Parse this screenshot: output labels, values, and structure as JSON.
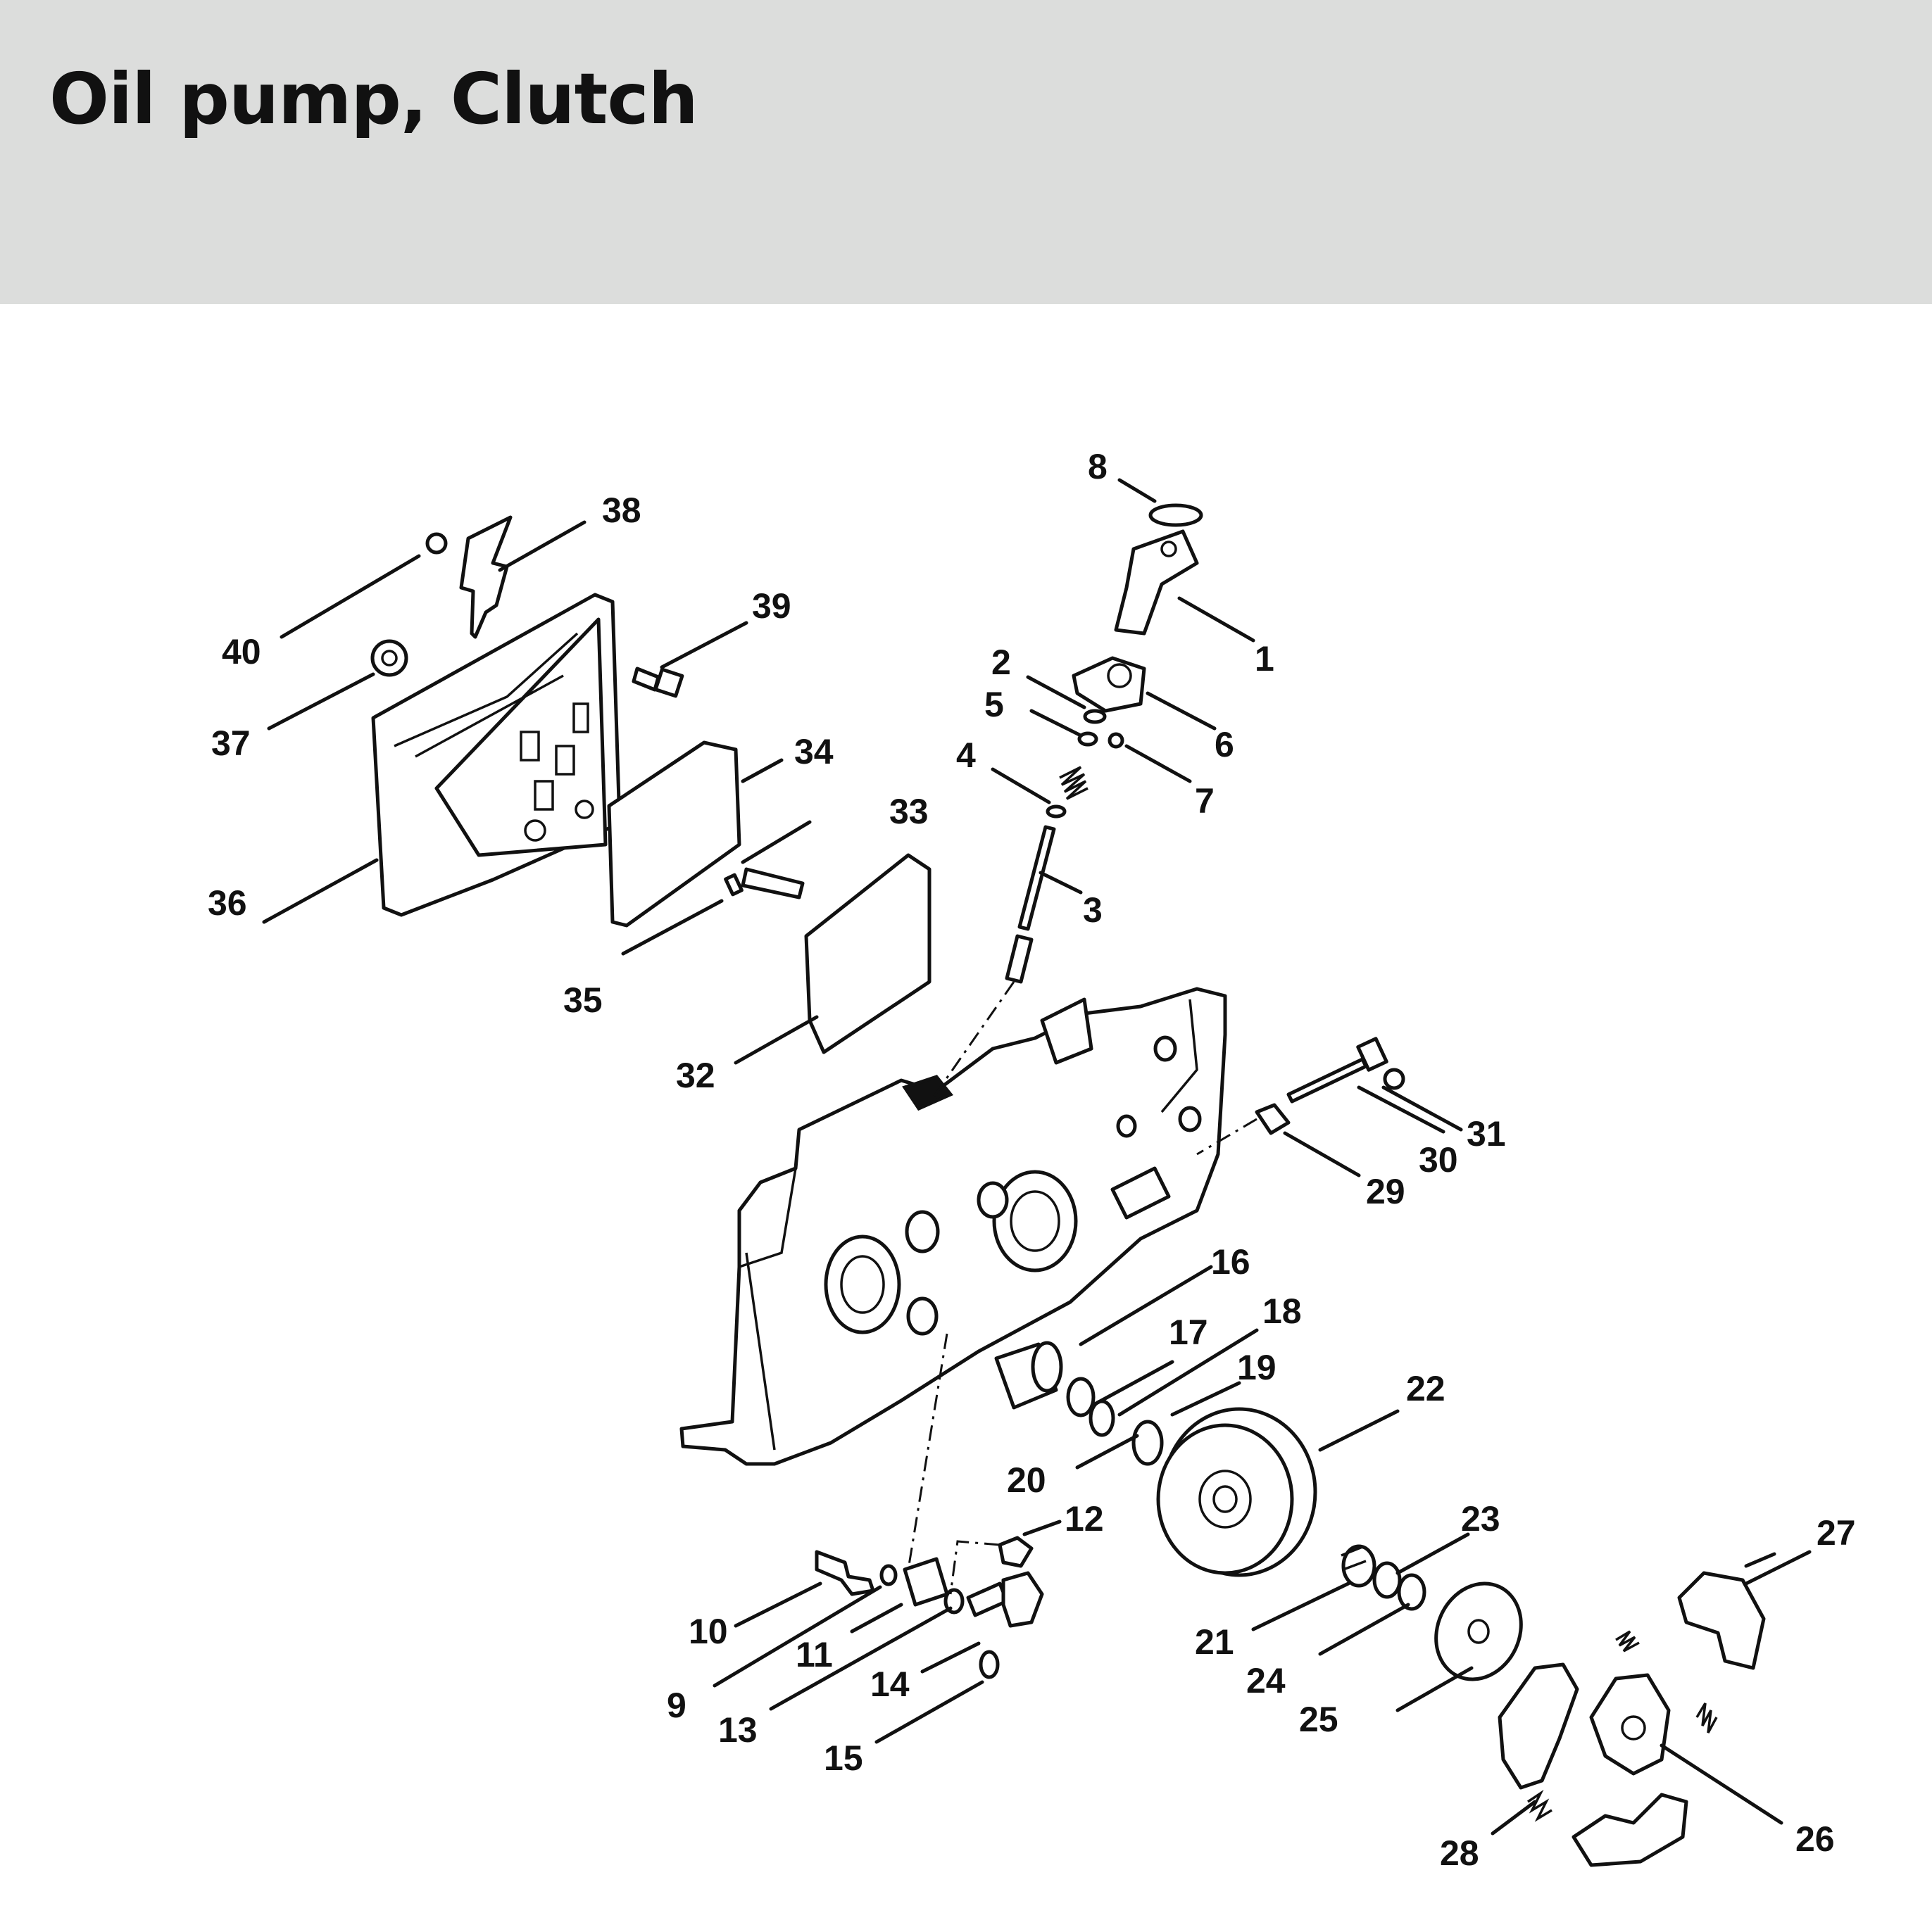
{
  "header": {
    "title": "Oil pump, Clutch"
  },
  "callouts": [
    "1",
    "2",
    "3",
    "4",
    "5",
    "6",
    "7",
    "8",
    "9",
    "10",
    "11",
    "12",
    "13",
    "14",
    "15",
    "16",
    "17",
    "18",
    "19",
    "20",
    "21",
    "22",
    "23",
    "24",
    "25",
    "26",
    "27",
    "28",
    "29",
    "30",
    "31",
    "32",
    "33",
    "34",
    "35",
    "36",
    "37",
    "38",
    "39",
    "40"
  ]
}
